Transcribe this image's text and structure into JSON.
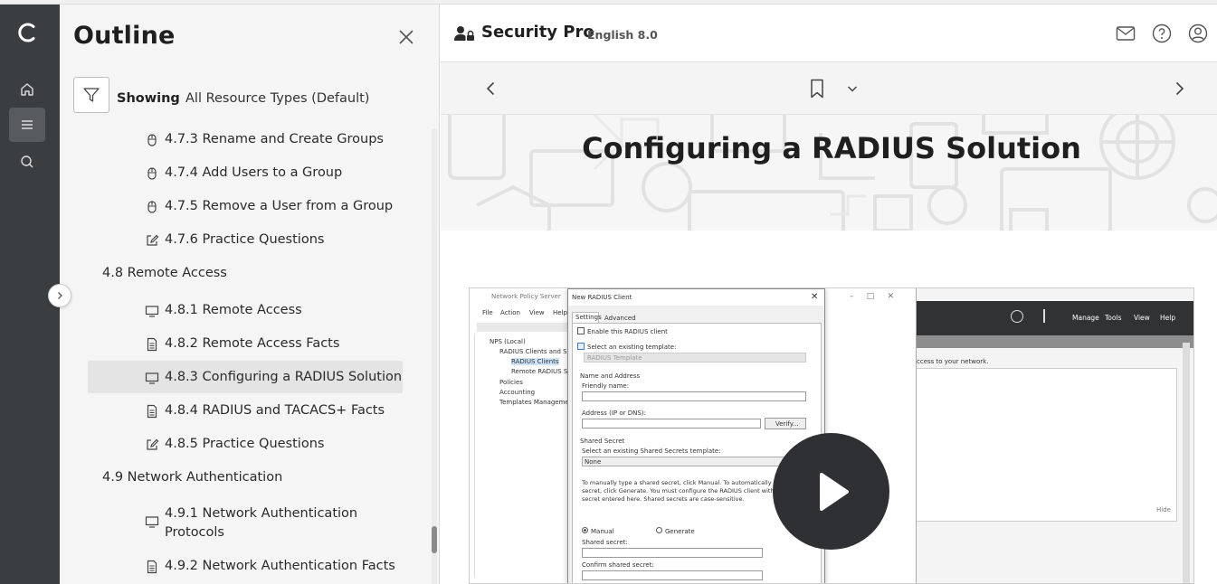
{
  "outline": {
    "title": "Outline",
    "filter_label": "Showing",
    "filter_value": "All Resource Types (Default)",
    "items": [
      {
        "label": "4.7.3 Rename and Create Groups",
        "icon": "mouse-icon"
      },
      {
        "label": "4.7.4 Add Users to a Group",
        "icon": "mouse-icon"
      },
      {
        "label": "4.7.5 Remove a User from a Group",
        "icon": "mouse-icon"
      },
      {
        "label": "4.7.6 Practice Questions",
        "icon": "edit-icon"
      },
      {
        "label": "4.8 Remote Access",
        "icon": ""
      },
      {
        "label": "4.8.1 Remote Access",
        "icon": "monitor-icon"
      },
      {
        "label": "4.8.2 Remote Access Facts",
        "icon": "document-icon"
      },
      {
        "label": "4.8.3 Configuring a RADIUS Solution",
        "icon": "monitor-icon"
      },
      {
        "label": "4.8.4 RADIUS and TACACS+ Facts",
        "icon": "document-icon"
      },
      {
        "label": "4.8.5 Practice Questions",
        "icon": "edit-icon"
      },
      {
        "label": "4.9 Network Authentication",
        "icon": ""
      },
      {
        "label": "4.9.1 Network Authentication",
        "label2": "Protocols",
        "icon": "monitor-icon"
      },
      {
        "label": "4.9.2 Network Authentication Facts",
        "icon": "document-icon"
      }
    ]
  },
  "header": {
    "title": "Security Pro",
    "version": "English 8.0"
  },
  "content": {
    "heading": "Configuring a RADIUS Solution"
  },
  "video": {
    "nps_title": "Network Policy Server",
    "menu": [
      "File",
      "Action",
      "View",
      "Help"
    ],
    "tree": [
      "NPS (Local)",
      "RADIUS Clients and Se",
      "RADIUS Clients",
      "Remote RADIUS Se",
      "Policies",
      "Accounting",
      "Templates Managemen"
    ],
    "dialog_title": "New RADIUS Client",
    "tabs": [
      "Settings",
      "Advanced"
    ],
    "enable_label": "Enable this RADIUS client",
    "template_label": "Select an existing template:",
    "template_value": "RADIUS Template",
    "name_address": "Name and Address",
    "friendly_name": "Friendly name:",
    "address_label": "Address (IP or DNS):",
    "verify": "Verify...",
    "shared_secret": "Shared Secret",
    "secret_template": "Select an existing Shared Secrets template:",
    "secret_value": "None",
    "help_text_1": "To manually type a shared secret, click Manual. To automatically gene",
    "help_text_2": "secret, click Generate. You must configure the RADIUS client with the",
    "help_text_3": "secret entered here. Shared secrets are case-sensitive.",
    "manual": "Manual",
    "generate": "Generate",
    "shared_secret_field": "Shared secret:",
    "confirm_secret": "Confirm shared secret:",
    "server_menu": [
      "Manage",
      "Tools",
      "View",
      "Help"
    ],
    "network_text": "ccess to your network.",
    "hide": "Hide"
  },
  "colors": {
    "rail": "#3b3e41",
    "panel": "#f5f5f5",
    "selected": "#e4e4e4",
    "play": "#2f3033"
  }
}
